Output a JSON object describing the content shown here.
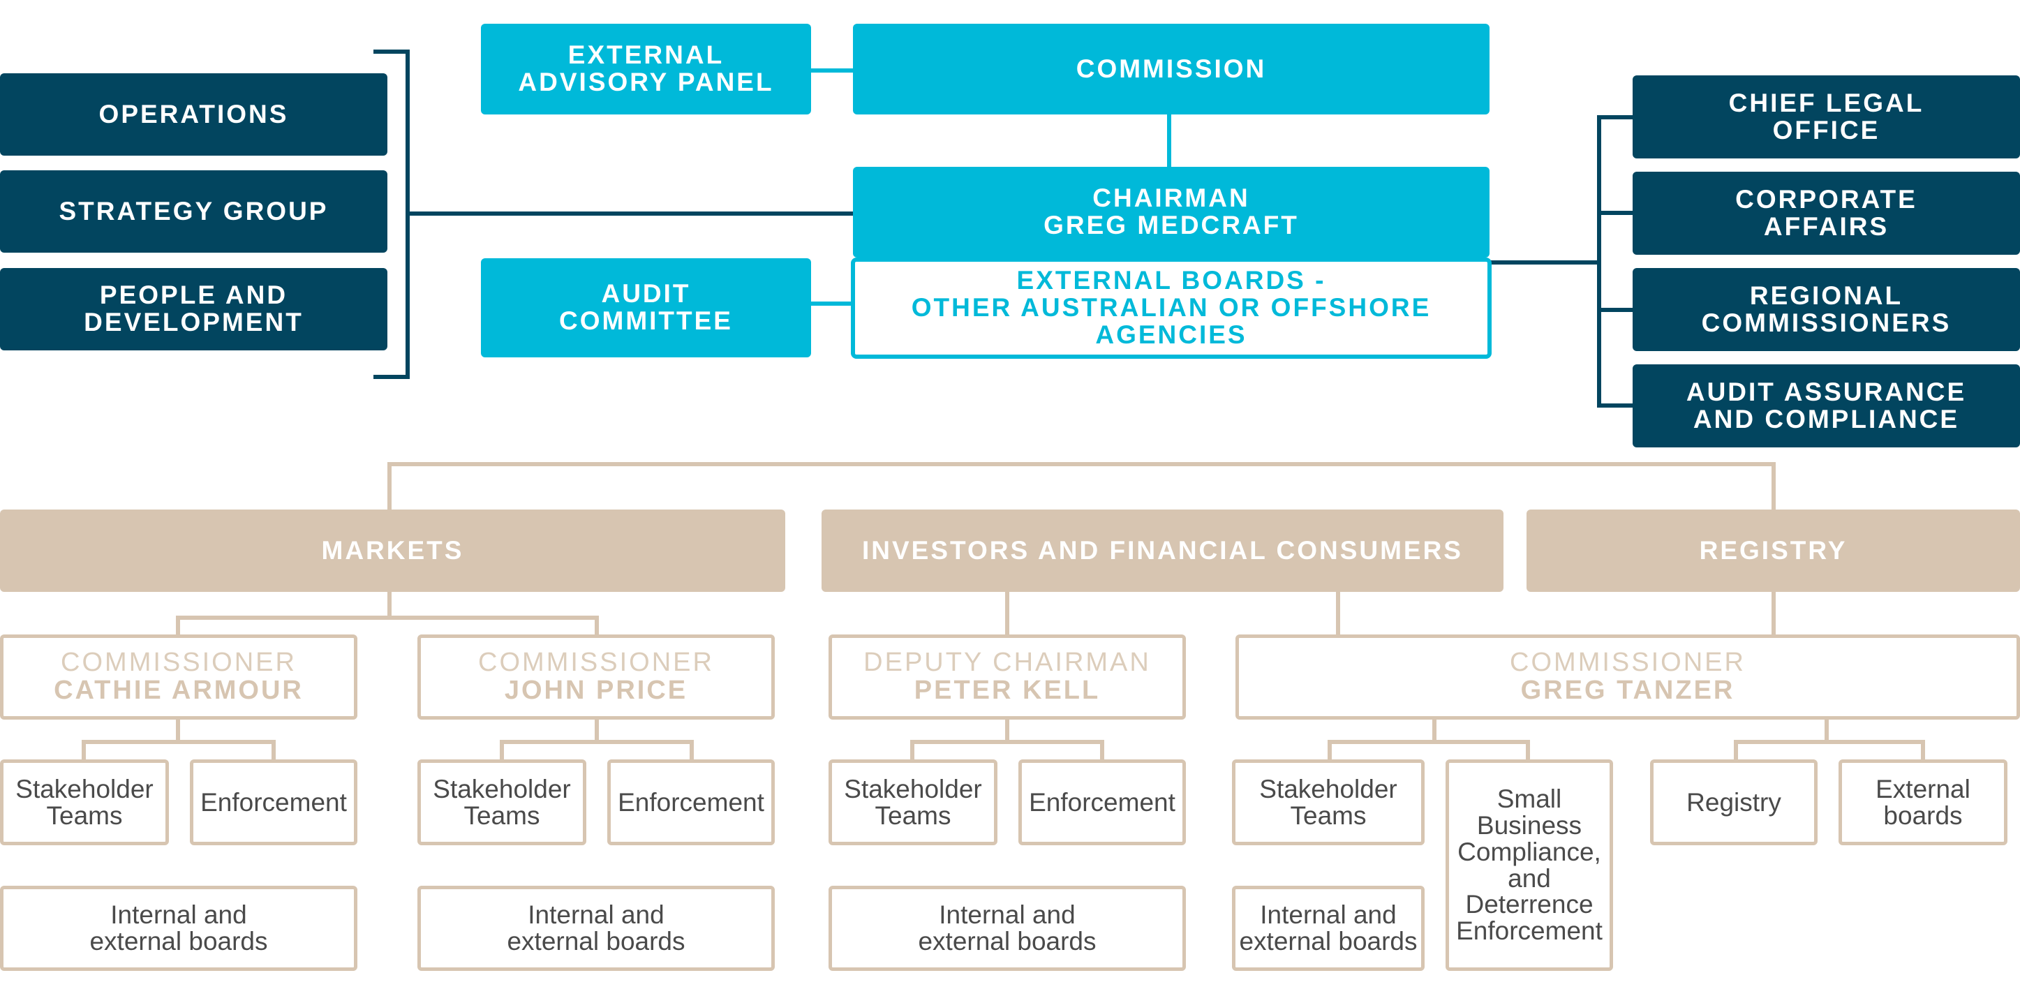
{
  "left_units": [
    {
      "label": "OPERATIONS"
    },
    {
      "label": "STRATEGY GROUP"
    },
    {
      "label": "PEOPLE AND\nDEVELOPMENT"
    }
  ],
  "external_advisory_panel": "EXTERNAL\nADVISORY PANEL",
  "commission": "COMMISSION",
  "chairman": "CHAIRMAN\nGREG MEDCRAFT",
  "audit_committee": "AUDIT\nCOMMITTEE",
  "external_boards": "EXTERNAL BOARDS -\nOTHER AUSTRALIAN OR OFFSHORE\nAGENCIES",
  "right_units": [
    {
      "label": "CHIEF LEGAL\nOFFICE"
    },
    {
      "label": "CORPORATE\nAFFAIRS"
    },
    {
      "label": "REGIONAL\nCOMMISSIONERS"
    },
    {
      "label": "AUDIT ASSURANCE\nAND COMPLIANCE"
    }
  ],
  "divisions": {
    "markets": "MARKETS",
    "investors": "INVESTORS AND FINANCIAL CONSUMERS",
    "registry": "REGISTRY"
  },
  "leaders": [
    {
      "role": "COMMISSIONER",
      "name": "CATHIE ARMOUR"
    },
    {
      "role": "COMMISSIONER",
      "name": "JOHN PRICE"
    },
    {
      "role": "DEPUTY CHAIRMAN",
      "name": "PETER KELL"
    },
    {
      "role": "COMMISSIONER",
      "name": "GREG TANZER"
    }
  ],
  "units": {
    "stakeholder_teams": "Stakeholder\nTeams",
    "enforcement": "Enforcement",
    "internal_external_boards": "Internal and\nexternal boards",
    "small_business": "Small\nBusiness\nCompliance,\nand\nDeterrence\nEnforcement",
    "registry": "Registry",
    "external_boards": "External\nboards"
  },
  "colors": {
    "navy": "#02455f",
    "cyan": "#00b9d9",
    "tan": "#d7c5b1",
    "unit_text": "#4a4a4a"
  }
}
